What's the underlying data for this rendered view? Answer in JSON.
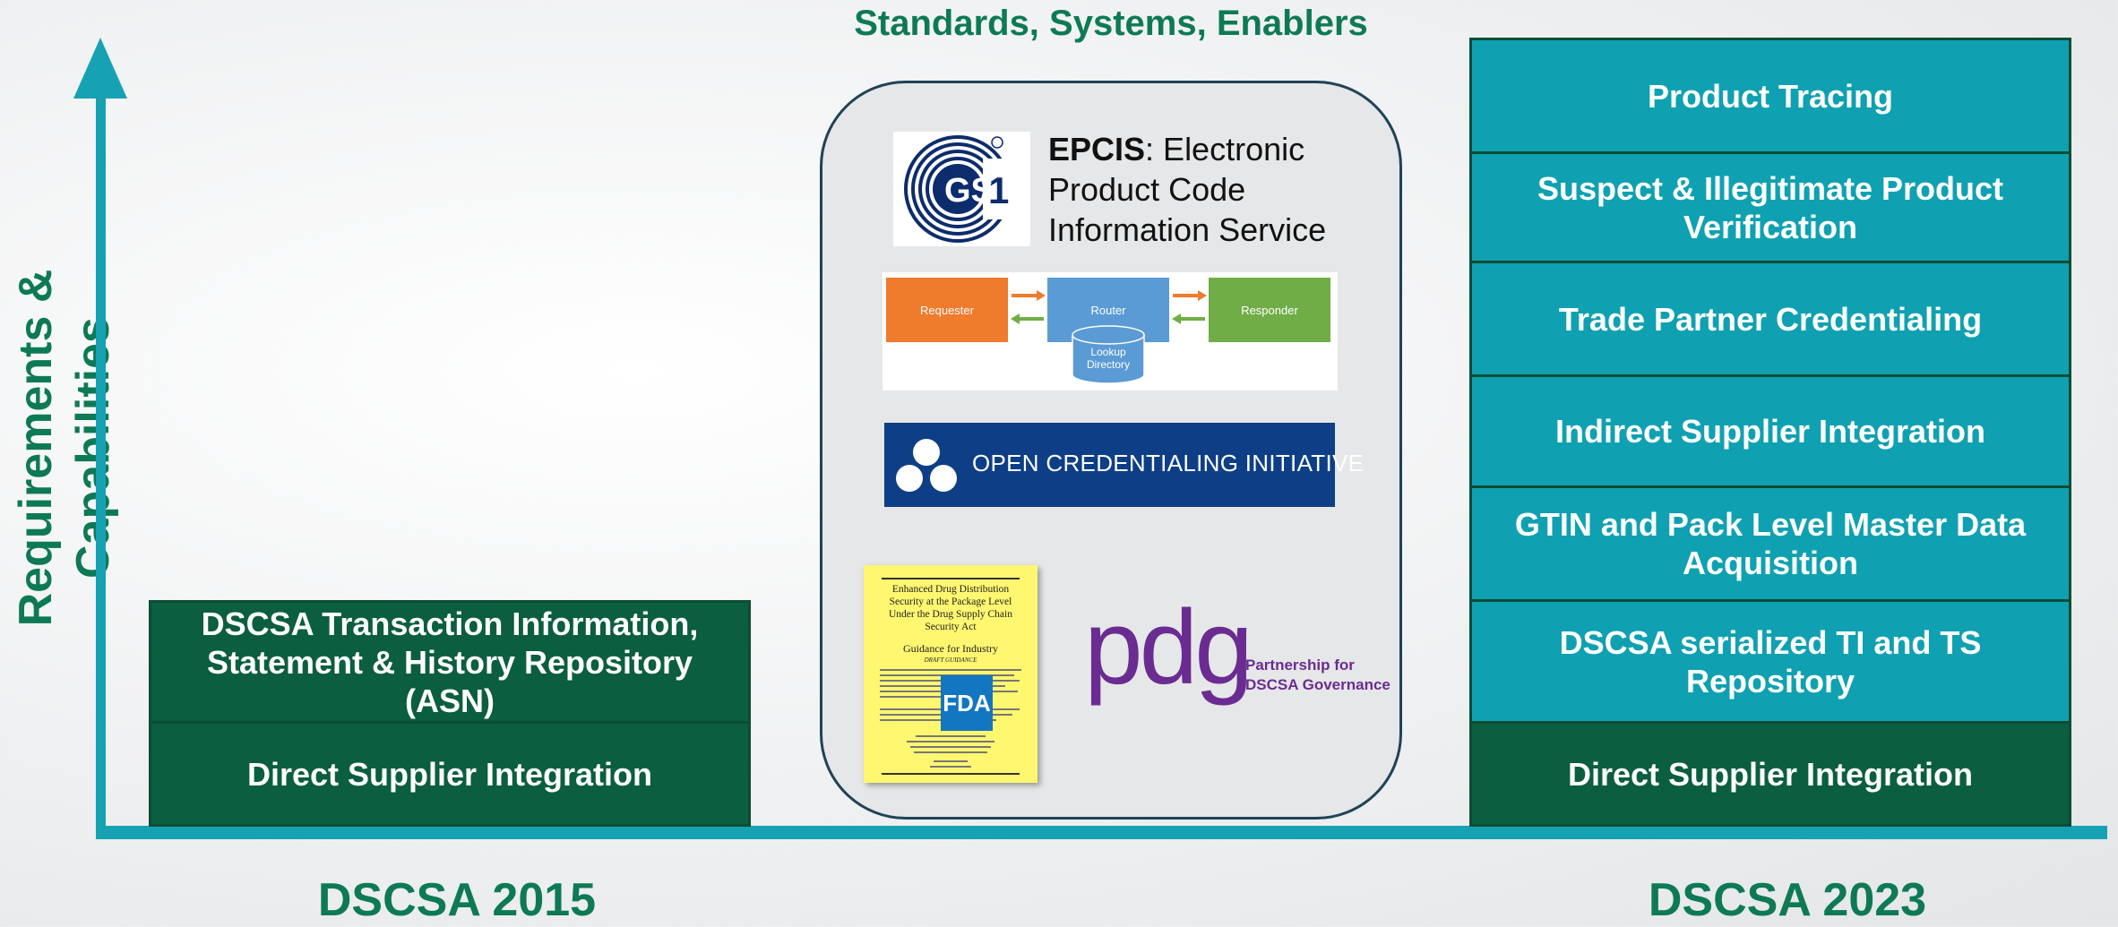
{
  "header": {
    "title": "Standards, Systems, Enablers"
  },
  "axis": {
    "y_label": "Requirements & Capabilities",
    "x_left_label": "DSCSA 2015",
    "x_right_label": "DSCSA 2023"
  },
  "left_stack": {
    "items": [
      "DSCSA Transaction Information, Statement & History Repository (ASN)",
      "Direct Supplier Integration"
    ]
  },
  "right_stack": {
    "items": [
      "Product Tracing",
      "Suspect & Illegitimate Product Verification",
      "Trade Partner Credentialing",
      "Indirect Supplier Integration",
      "GTIN and Pack Level Master Data Acquisition",
      "DSCSA serialized TI and TS Repository",
      "Direct Supplier Integration"
    ]
  },
  "center": {
    "gs1_logo_text": "GS1",
    "epcis_bold": "EPCIS",
    "epcis_rest": ": Electronic Product Code Information Service",
    "flow": {
      "requester": "Requester",
      "router": "Router",
      "responder": "Responder",
      "lookup": "Lookup Directory"
    },
    "oci_text": "OPEN CREDENTIALING INITIATIVE",
    "fda_doc": {
      "title": "Enhanced Drug Distribution Security at the Package Level Under the Drug Supply Chain Security Act",
      "subtitle": "Guidance for Industry",
      "draft": "DRAFT GUIDANCE",
      "fda_mark": "FDA"
    },
    "pdg_logo": "pdg",
    "pdg_line1": "Partnership for",
    "pdg_line2": "DSCSA Governance"
  },
  "colors": {
    "accent_green": "#0e7a55",
    "dark_green": "#0b5e3f",
    "teal": "#0fa1b1",
    "arrow_teal": "#17a2b4"
  }
}
